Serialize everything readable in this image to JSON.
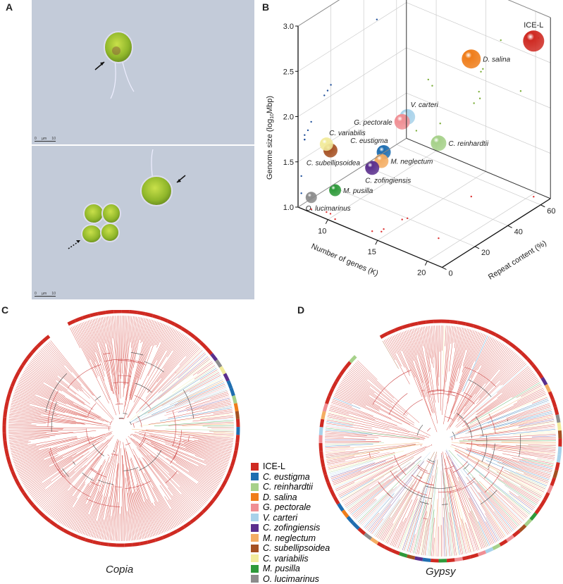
{
  "panels": {
    "a": "A",
    "b": "B",
    "c": "C",
    "d": "D"
  },
  "panel_a": {
    "scale_bar": {
      "start": "0",
      "unit": "µm",
      "end": "10"
    }
  },
  "chart_data": {
    "type": "scatter",
    "title": "",
    "xlabel": "Number of genes (K)",
    "ylabel": "Repeat content (%)",
    "zlabel": "Genome size (log10 Mbp)",
    "zlabel_main": "Genome size (log",
    "zlabel_sub": "10",
    "zlabel_end": "Mbp)",
    "xlim": [
      7,
      21.5
    ],
    "ylim": [
      0,
      66
    ],
    "zlim": [
      1.0,
      3.0
    ],
    "xticks": [
      "10",
      "15",
      "20"
    ],
    "yticks": [
      "0",
      "20",
      "40",
      "60"
    ],
    "zticks": [
      "1.0",
      "1.5",
      "2.0",
      "2.5",
      "3.0"
    ],
    "points": [
      {
        "name": "ICE-L",
        "genes": 20.3,
        "repeat": 63,
        "genome_log": 2.72,
        "size": 1.0,
        "color": "#cf2a22",
        "italic": false
      },
      {
        "name": "D. salina",
        "genes": 16.5,
        "repeat": 48,
        "genome_log": 2.52,
        "size": 0.85,
        "color": "#ef7d1a",
        "italic": true
      },
      {
        "name": "C. reinhardtii",
        "genes": 18.5,
        "repeat": 16,
        "genome_log": 2.05,
        "size": 0.6,
        "color": "#a6d18a",
        "italic": true
      },
      {
        "name": "V. carteri",
        "genes": 14.7,
        "repeat": 20,
        "genome_log": 2.12,
        "size": 0.6,
        "color": "#a8d2ea",
        "italic": true
      },
      {
        "name": "G. pectorale",
        "genes": 14.5,
        "repeat": 18,
        "genome_log": 2.08,
        "size": 0.6,
        "color": "#f08f94",
        "italic": true
      },
      {
        "name": "C. eustigma",
        "genes": 14.3,
        "repeat": 8,
        "genome_log": 1.85,
        "size": 0.5,
        "color": "#1f6eb0",
        "italic": true
      },
      {
        "name": "M. neglectum",
        "genes": 14.4,
        "repeat": 6,
        "genome_log": 1.78,
        "size": 0.5,
        "color": "#f4ad63",
        "italic": true
      },
      {
        "name": "C. zofingiensis",
        "genes": 13.8,
        "repeat": 4,
        "genome_log": 1.7,
        "size": 0.5,
        "color": "#5b2f8d",
        "italic": true
      },
      {
        "name": "C. subellipsoidea",
        "genes": 9.6,
        "repeat": 4,
        "genome_log": 1.7,
        "size": 0.5,
        "color": "#a55022",
        "italic": true
      },
      {
        "name": "C. variabilis",
        "genes": 9.2,
        "repeat": 4,
        "genome_log": 1.75,
        "size": 0.45,
        "color": "#f2eb9c",
        "italic": true
      },
      {
        "name": "M. pusilla",
        "genes": 10.4,
        "repeat": 2,
        "genome_log": 1.32,
        "size": 0.35,
        "color": "#2e9a3a",
        "italic": true
      },
      {
        "name": "O. lucimarinus",
        "genes": 8.0,
        "repeat": 2,
        "genome_log": 1.13,
        "size": 0.3,
        "color": "#8c8c8c",
        "italic": true
      }
    ]
  },
  "trees": {
    "c": {
      "name": "Copia"
    },
    "d": {
      "name": "Gypsy"
    }
  },
  "legend": [
    {
      "name": "ICE-L",
      "color": "#cf2a22"
    },
    {
      "name": "C. eustigma",
      "color": "#1f6eb0"
    },
    {
      "name": "C. reinhardtii",
      "color": "#a6d18a"
    },
    {
      "name": "D. salina",
      "color": "#ef7d1a"
    },
    {
      "name": "G. pectorale",
      "color": "#f08f94"
    },
    {
      "name": "V. carteri",
      "color": "#a8d2ea"
    },
    {
      "name": "C. zofingiensis",
      "color": "#5b2f8d"
    },
    {
      "name": "M. neglectum",
      "color": "#f4ad63"
    },
    {
      "name": "C. subellipsoidea",
      "color": "#a55022"
    },
    {
      "name": "C. variabilis",
      "color": "#f2eb9c"
    },
    {
      "name": "M. pusilla",
      "color": "#2e9a3a"
    },
    {
      "name": "O. lucimarinus",
      "color": "#8c8c8c"
    }
  ]
}
